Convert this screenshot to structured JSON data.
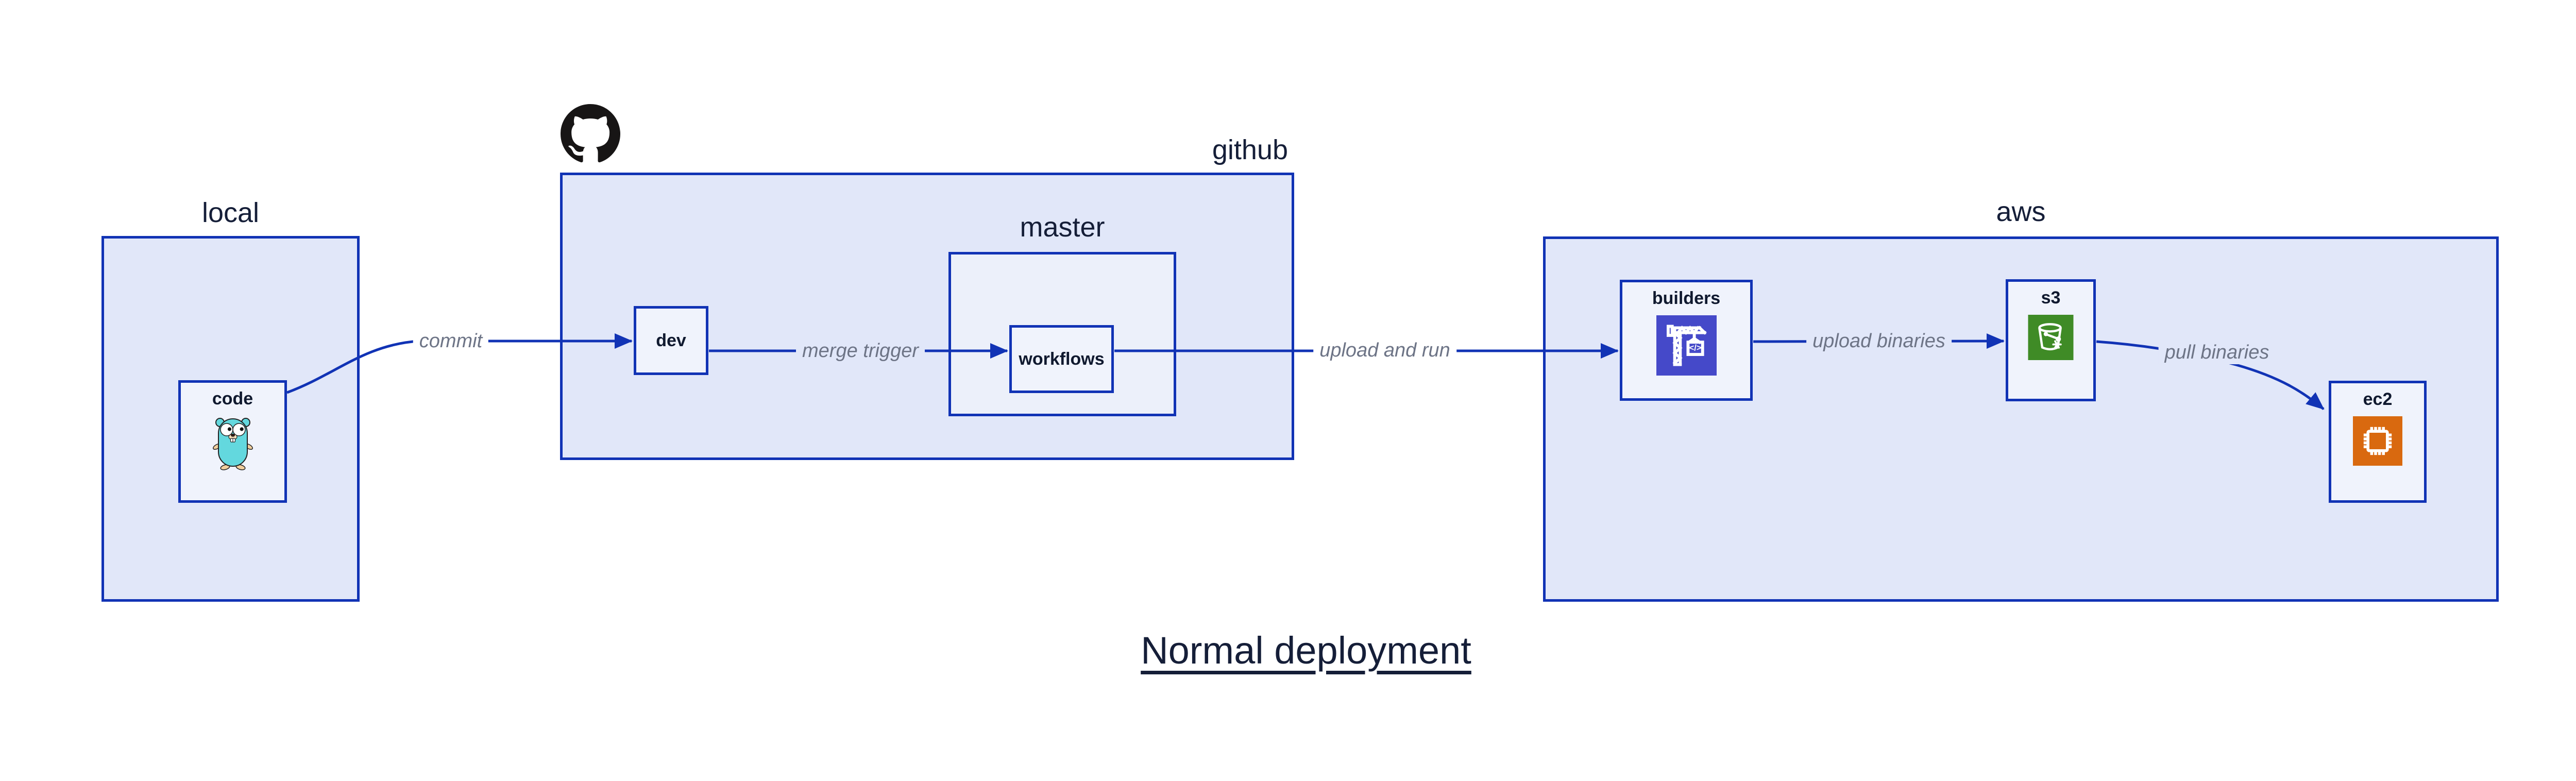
{
  "diagram_title": {
    "text": "Normal deployment"
  },
  "groups": {
    "local": {
      "label": "local"
    },
    "github": {
      "label": "github"
    },
    "master": {
      "label": "master"
    },
    "aws": {
      "label": "aws"
    }
  },
  "nodes": {
    "code": {
      "label": "code",
      "icon": "go-gopher-icon"
    },
    "dev": {
      "label": "dev"
    },
    "workflows": {
      "label": "workflows"
    },
    "builders": {
      "label": "builders",
      "icon": "crane-codebuild-icon"
    },
    "s3": {
      "label": "s3",
      "icon": "s3-bucket-icon"
    },
    "ec2": {
      "label": "ec2",
      "icon": "ec2-chip-icon"
    }
  },
  "edges": {
    "commit": {
      "label": "commit"
    },
    "merge_trigger": {
      "label": "merge trigger"
    },
    "upload_and_run": {
      "label": "upload and run"
    },
    "upload_binaries": {
      "label": "upload binaries"
    },
    "pull_binaries": {
      "label": "pull binaries"
    }
  },
  "icons": {
    "github_logo": "github-octocat-icon",
    "crane_code_glyph": "</>"
  },
  "colors": {
    "outline_blue": "#1133b5",
    "group_fill": "#e1e7f9",
    "subgroup_fill": "#ecf0fa",
    "node_fill": "#f0f3fc",
    "edge_label_gray": "#6d7486",
    "text_navy": "#151e38",
    "github_black": "#171515",
    "builders_icon_indigo": "#4549c9",
    "s3_icon_green": "#3f8b26",
    "ec2_icon_orange": "#d9690f",
    "gopher_teal": "#63d8de"
  }
}
